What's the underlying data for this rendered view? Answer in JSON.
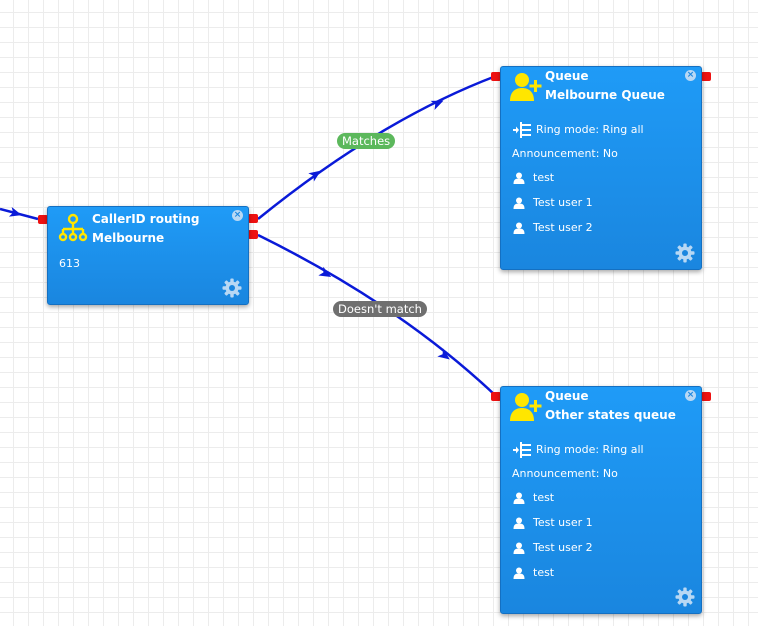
{
  "colors": {
    "node_fill": "#1a8be6",
    "edge": "#0a1ad8",
    "port": "#ee1111",
    "label_match": "#5cb85c",
    "label_nomatch": "#6f6f6f",
    "icon_yellow": "#ffe600"
  },
  "nodes": {
    "callerid": {
      "icon": "org-chart-icon",
      "title_line1": "CallerID routing",
      "title_line2": "Melbourne",
      "value": "613"
    },
    "queue_melbourne": {
      "icon": "add-user-icon",
      "title_line1": "Queue",
      "title_line2": "Melbourne Queue",
      "ring_mode": "Ring mode: Ring all",
      "announcement": "Announcement: No",
      "users": [
        "test",
        "Test user 1",
        "Test user 2"
      ]
    },
    "queue_other": {
      "icon": "add-user-icon",
      "title_line1": "Queue",
      "title_line2": "Other states queue",
      "ring_mode": "Ring mode: Ring all",
      "announcement": "Announcement: No",
      "users": [
        "test",
        "Test user 1",
        "Test user 2",
        "test"
      ]
    }
  },
  "edges": {
    "matches_label": "Matches",
    "nomatch_label": "Doesn't match"
  }
}
